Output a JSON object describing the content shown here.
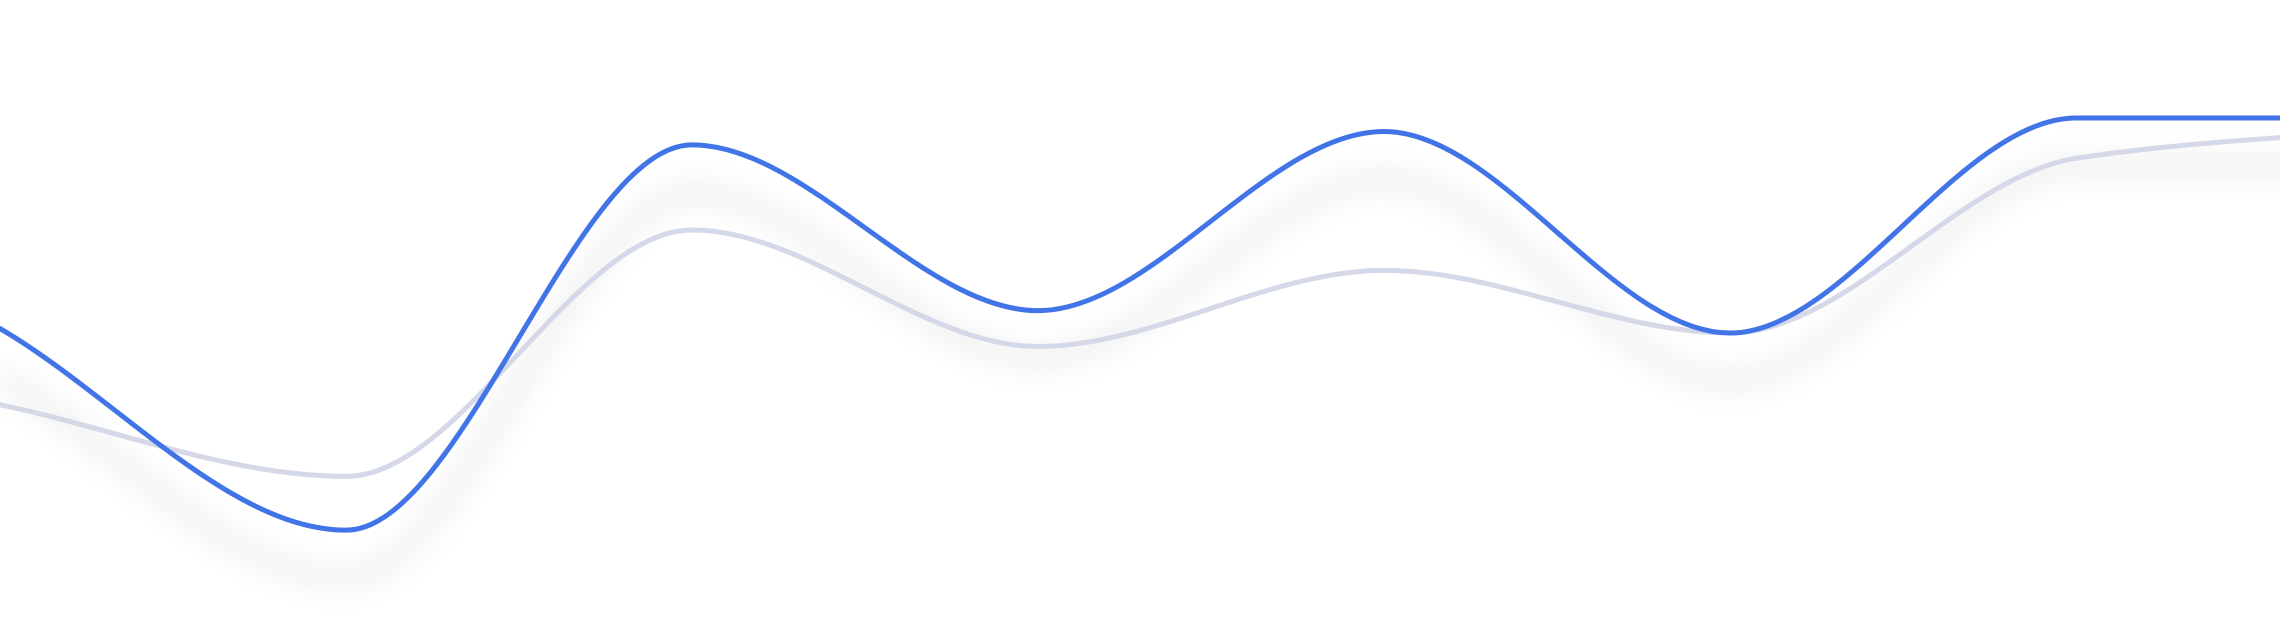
{
  "chart_data": {
    "type": "line",
    "title": "",
    "xlabel": "",
    "ylabel": "",
    "x": [
      0,
      1,
      2,
      3,
      4,
      5,
      6,
      7
    ],
    "ylim": [
      0,
      10
    ],
    "grid": false,
    "legend": "none",
    "series": [
      {
        "values": [
          3.6,
          2.0,
          7.5,
          4.9,
          6.6,
          5.2,
          9.1,
          9.8
        ],
        "color": "#d5d8e8"
      },
      {
        "values": [
          5.3,
          0.8,
          9.4,
          5.7,
          9.7,
          5.2,
          10.0,
          10.0
        ],
        "color": "#4174e6",
        "shadow": true
      }
    ]
  }
}
